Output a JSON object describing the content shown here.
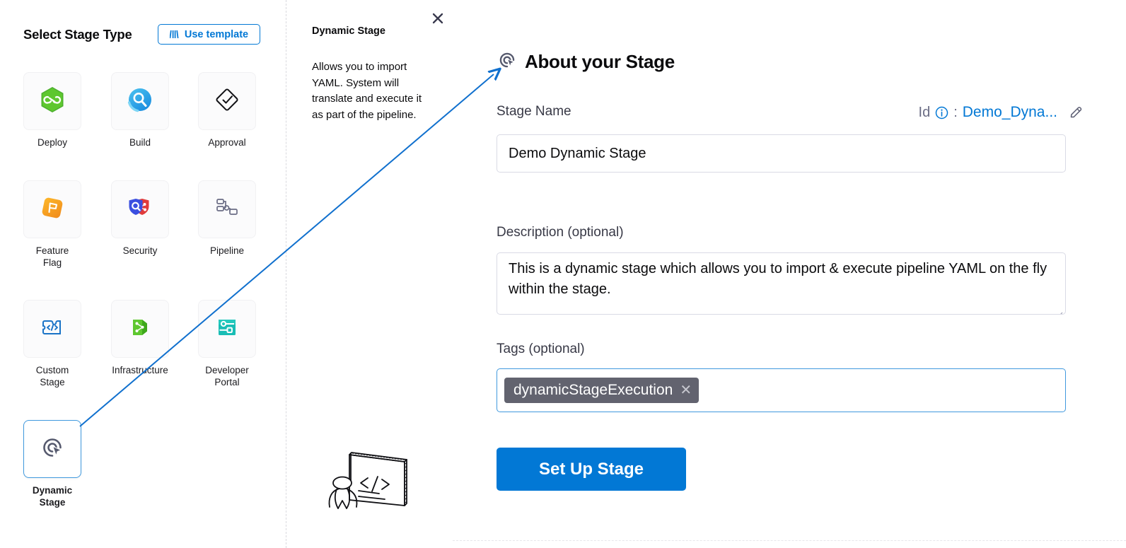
{
  "left_panel": {
    "title": "Select Stage Type",
    "use_template_label": "Use template",
    "use_template_icon": "template-bars-icon",
    "accent_blue": "#0278d5",
    "stages": [
      {
        "label": "Deploy",
        "icon": "deploy-hexagon-infinity-icon",
        "selected": false
      },
      {
        "label": "Build",
        "icon": "build-magnifier-circle-icon",
        "selected": false
      },
      {
        "label": "Approval",
        "icon": "approval-diamond-check-icon",
        "selected": false
      },
      {
        "label": "Feature\nFlag",
        "icon": "feature-flag-icon",
        "selected": false
      },
      {
        "label": "Security",
        "icon": "security-shields-icon",
        "selected": false
      },
      {
        "label": "Pipeline",
        "icon": "pipeline-nodes-icon",
        "selected": false
      },
      {
        "label": "Custom\nStage",
        "icon": "custom-stage-code-puzzle-icon",
        "selected": false
      },
      {
        "label": "Infrastructure",
        "icon": "infrastructure-nodes-icon",
        "selected": false
      },
      {
        "label": "Developer\nPortal",
        "icon": "developer-portal-icon",
        "selected": false
      },
      {
        "label": "Dynamic\nStage",
        "icon": "dynamic-stage-cursor-target-icon",
        "selected": true
      }
    ]
  },
  "mid_panel": {
    "title": "Dynamic Stage",
    "description": "Allows you to import YAML. System will translate and execute it as part of the pipeline.",
    "close_icon": "close-icon",
    "illustration_icon": "person-presenting-code-board-illustration"
  },
  "right_panel": {
    "heading": "About your Stage",
    "heading_icon": "dynamic-stage-cursor-target-icon",
    "stage_name_label": "Stage Name",
    "id_label": "Id",
    "id_separator": ":",
    "id_value": "Demo_Dyna...",
    "id_info_icon": "info-circle-icon",
    "id_edit_icon": "pencil-edit-icon",
    "stage_name_value": "Demo Dynamic Stage",
    "description_label": "Description (optional)",
    "description_value": "This is a dynamic stage which allows you to import & execute pipeline YAML on the fly within the stage.",
    "tags_label": "Tags (optional)",
    "tags": [
      {
        "label": "dynamicStageExecution",
        "remove_icon": "tag-remove-x-icon"
      }
    ],
    "setup_button_label": "Set Up Stage",
    "button_color": "#0278d5",
    "focus_border_color": "#4099de"
  },
  "annotation": {
    "arrow_color": "#1070ce",
    "arrow_from": "dynamic-stage-card",
    "arrow_to": "about-your-stage-heading"
  }
}
